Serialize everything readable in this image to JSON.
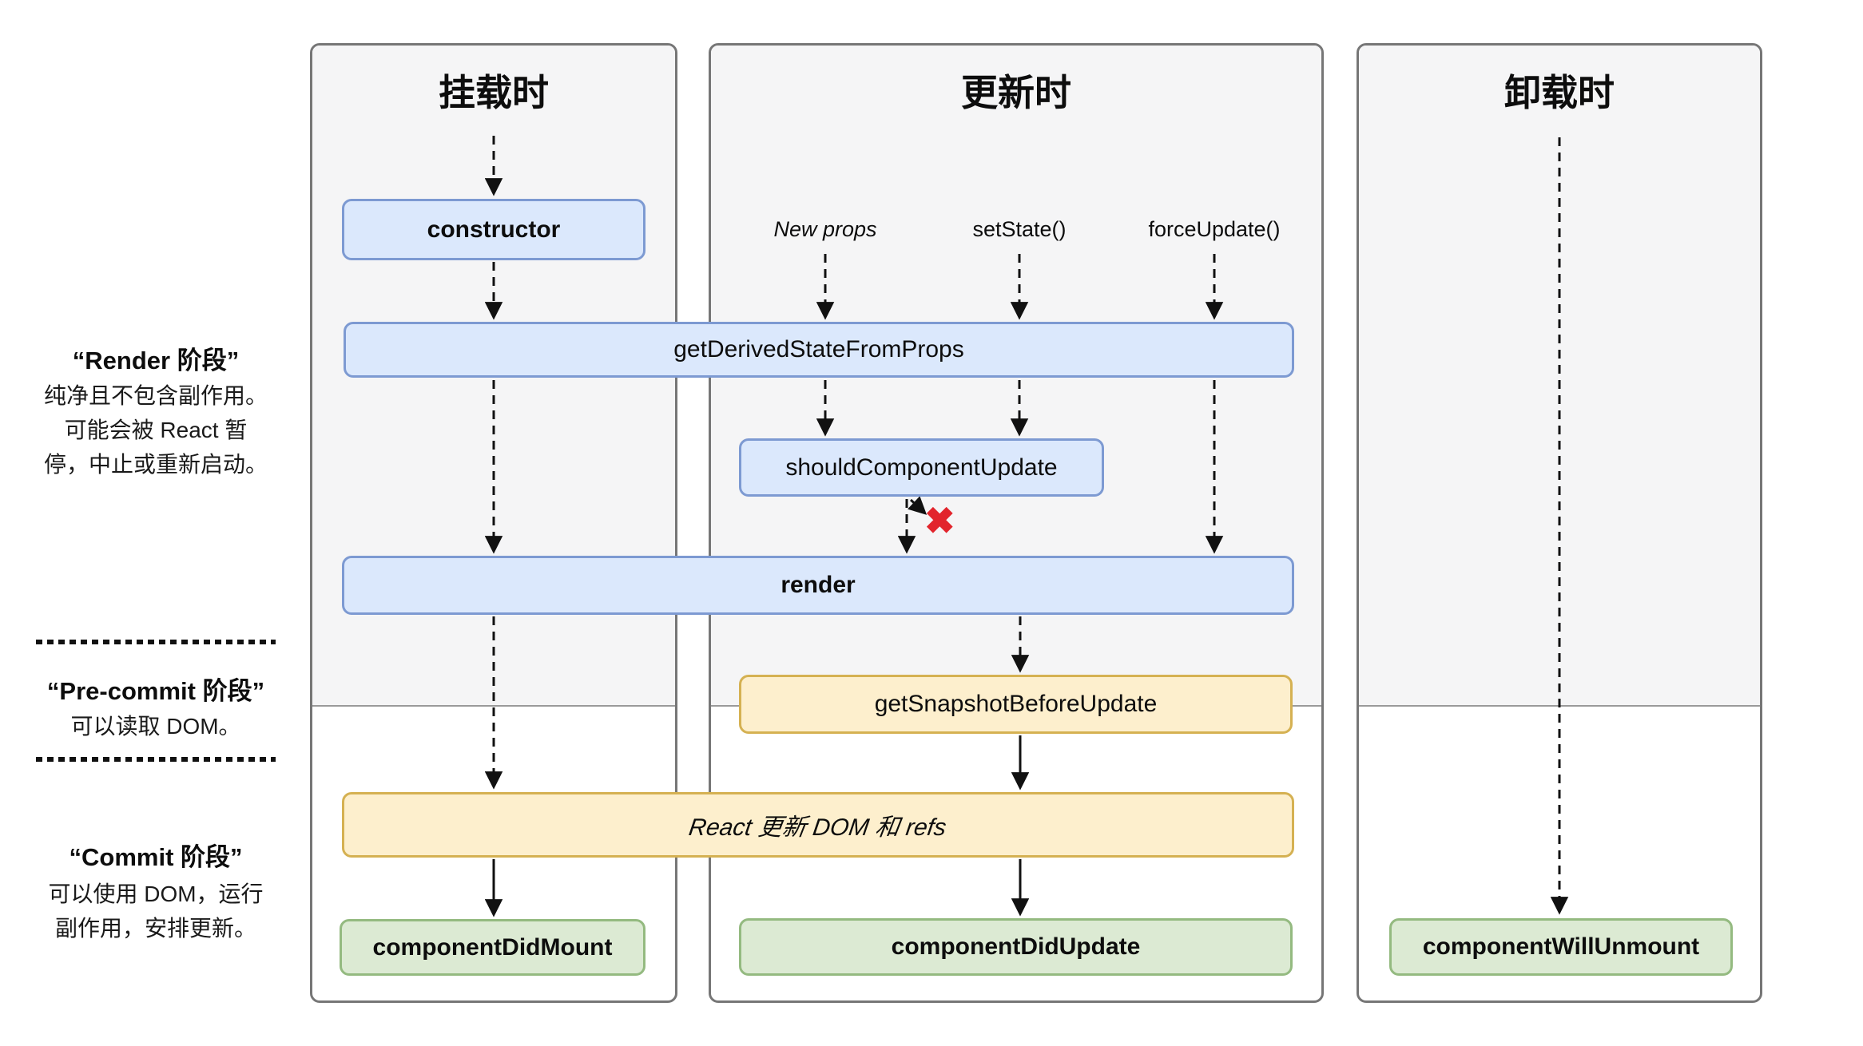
{
  "colors": {
    "blue_fill": "#dbe8fc",
    "blue_border": "#7d9ad2",
    "yellow_fill": "#fdefcd",
    "yellow_border": "#d5b152",
    "green_fill": "#dcead3",
    "green_border": "#94ba80",
    "column_bg": "#f5f5f6",
    "column_border": "#767676",
    "cancel_red": "#e2242c"
  },
  "sidebar": {
    "render_phase": {
      "title": "“Render 阶段”",
      "description": "纯净且不包含副作用。\n可能会被 React 暂\n停，中止或重新启动。"
    },
    "pre_commit_phase": {
      "title": "“Pre-commit 阶段”",
      "description": "可以读取 DOM。"
    },
    "commit_phase": {
      "title": "“Commit 阶段”",
      "description": "可以使用 DOM，运行\n副作用，安排更新。"
    }
  },
  "columns": {
    "mounting": {
      "title": "挂载时"
    },
    "updating": {
      "title": "更新时",
      "triggers": {
        "new_props": "New props",
        "set_state": "setState()",
        "force_update": "forceUpdate()"
      }
    },
    "unmounting": {
      "title": "卸载时"
    }
  },
  "nodes": {
    "constructor": "constructor",
    "get_derived_state_from_props": "getDerivedStateFromProps",
    "should_component_update": "shouldComponentUpdate",
    "render": "render",
    "get_snapshot_before_update": "getSnapshotBeforeUpdate",
    "react_updates_dom": "React 更新 DOM 和 refs",
    "component_did_mount": "componentDidMount",
    "component_did_update": "componentDidUpdate",
    "component_will_unmount": "componentWillUnmount"
  },
  "icons": {
    "cancel_x": "✖"
  }
}
